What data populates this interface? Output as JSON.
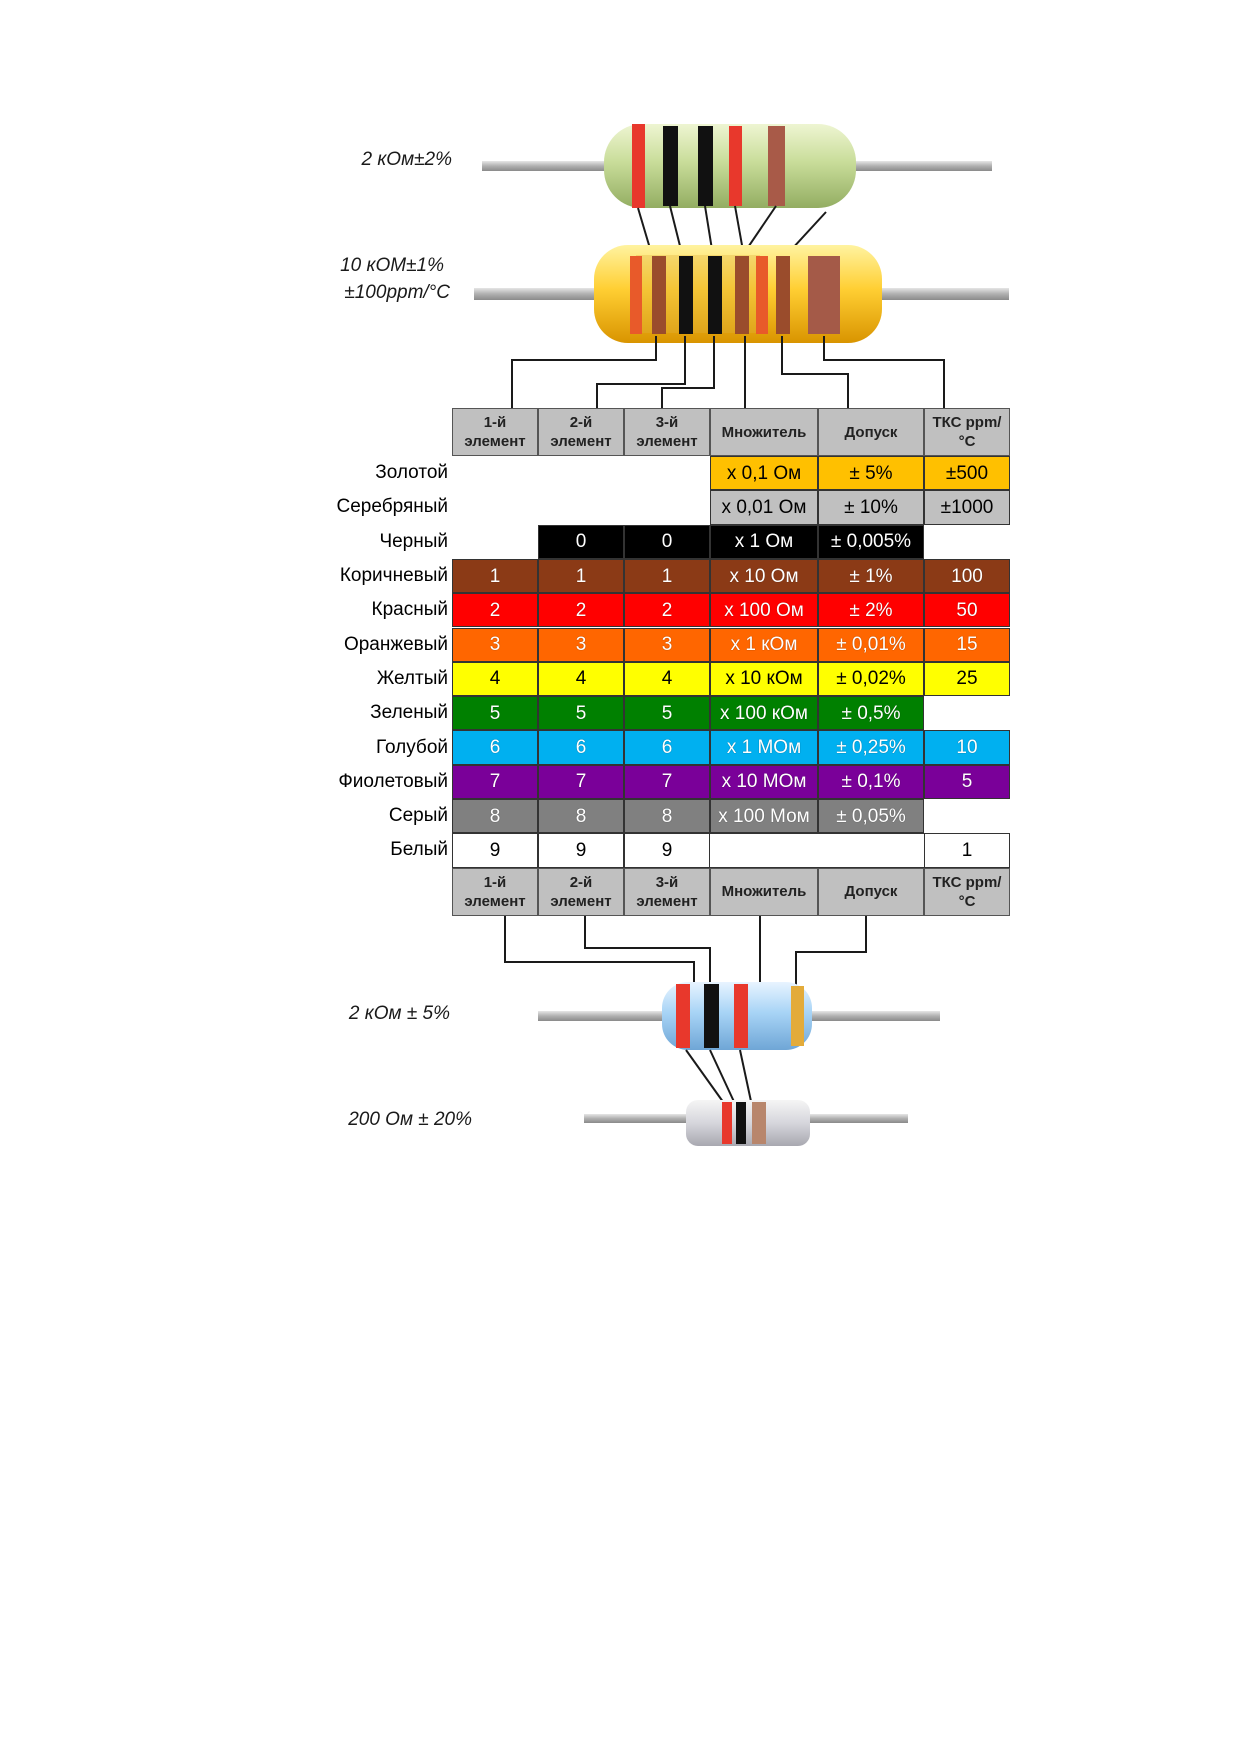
{
  "resistor_labels": {
    "r1": "2 кОм±2%",
    "r2_line1": "10 кОМ±1%",
    "r2_line2": "±100ppm/°C",
    "r3": "2 кОм ± 5%",
    "r4": "200 Ом ± 20%"
  },
  "headers": [
    "1-й элемент",
    "2-й элемент",
    "3-й элемент",
    "Множитель",
    "Допуск",
    "ТКС ppm/°C"
  ],
  "rows": [
    {
      "name": "Золотой",
      "bg": "#ffc000",
      "fg": "#000000",
      "cells": [
        "",
        "",
        "",
        "x 0,1  Ом",
        "± 5%",
        "±500"
      ]
    },
    {
      "name": "Серебряный",
      "bg": "#c0c0c0",
      "fg": "#000000",
      "cells": [
        "",
        "",
        "",
        "x 0,01  Ом",
        "± 10%",
        "±1000"
      ]
    },
    {
      "name": "Черный",
      "bg": "#000000",
      "fg": "#ffffff",
      "cells": [
        "",
        "0",
        "0",
        "x 1  Ом",
        "± 0,005%",
        ""
      ]
    },
    {
      "name": "Коричневый",
      "bg": "#8b3a16",
      "fg": "#ffffff",
      "cells": [
        "1",
        "1",
        "1",
        "x 10  Ом",
        "± 1%",
        "100"
      ]
    },
    {
      "name": "Красный",
      "bg": "#ff0000",
      "fg": "#ffffff",
      "cells": [
        "2",
        "2",
        "2",
        "x 100  Ом",
        "± 2%",
        "50"
      ]
    },
    {
      "name": "Оранжевый",
      "bg": "#ff6600",
      "fg": "#ffffff",
      "cells": [
        "3",
        "3",
        "3",
        "x 1  кОм",
        "± 0,01%",
        "15"
      ]
    },
    {
      "name": "Желтый",
      "bg": "#ffff00",
      "fg": "#000000",
      "cells": [
        "4",
        "4",
        "4",
        "x 10  кОм",
        "± 0,02%",
        "25"
      ]
    },
    {
      "name": "Зеленый",
      "bg": "#008000",
      "fg": "#ffffff",
      "cells": [
        "5",
        "5",
        "5",
        "x 100  кОм",
        "± 0,5%",
        ""
      ]
    },
    {
      "name": "Голубой",
      "bg": "#00b0f0",
      "fg": "#ffffff",
      "cells": [
        "6",
        "6",
        "6",
        "x 1  МОм",
        "± 0,25%",
        "10"
      ]
    },
    {
      "name": "Фиолетовый",
      "bg": "#7a0099",
      "fg": "#ffffff",
      "cells": [
        "7",
        "7",
        "7",
        "x 10  МОм",
        "± 0,1%",
        "5"
      ]
    },
    {
      "name": "Серый",
      "bg": "#808080",
      "fg": "#ffffff",
      "cells": [
        "8",
        "8",
        "8",
        "x 100  Мом",
        "± 0,05%",
        ""
      ]
    },
    {
      "name": "Белый",
      "bg": "#ffffff",
      "fg": "#000000",
      "cells": [
        "9",
        "9",
        "9",
        "",
        "",
        "1"
      ]
    }
  ],
  "colors": {
    "header_bg": "#c0c0c0",
    "lead": "#a8a8a8",
    "leader_line": "#1a1a1a"
  },
  "icons": [
    "resistor-4-band",
    "resistor-6-band",
    "resistor-4-band-blue",
    "resistor-3-band"
  ]
}
